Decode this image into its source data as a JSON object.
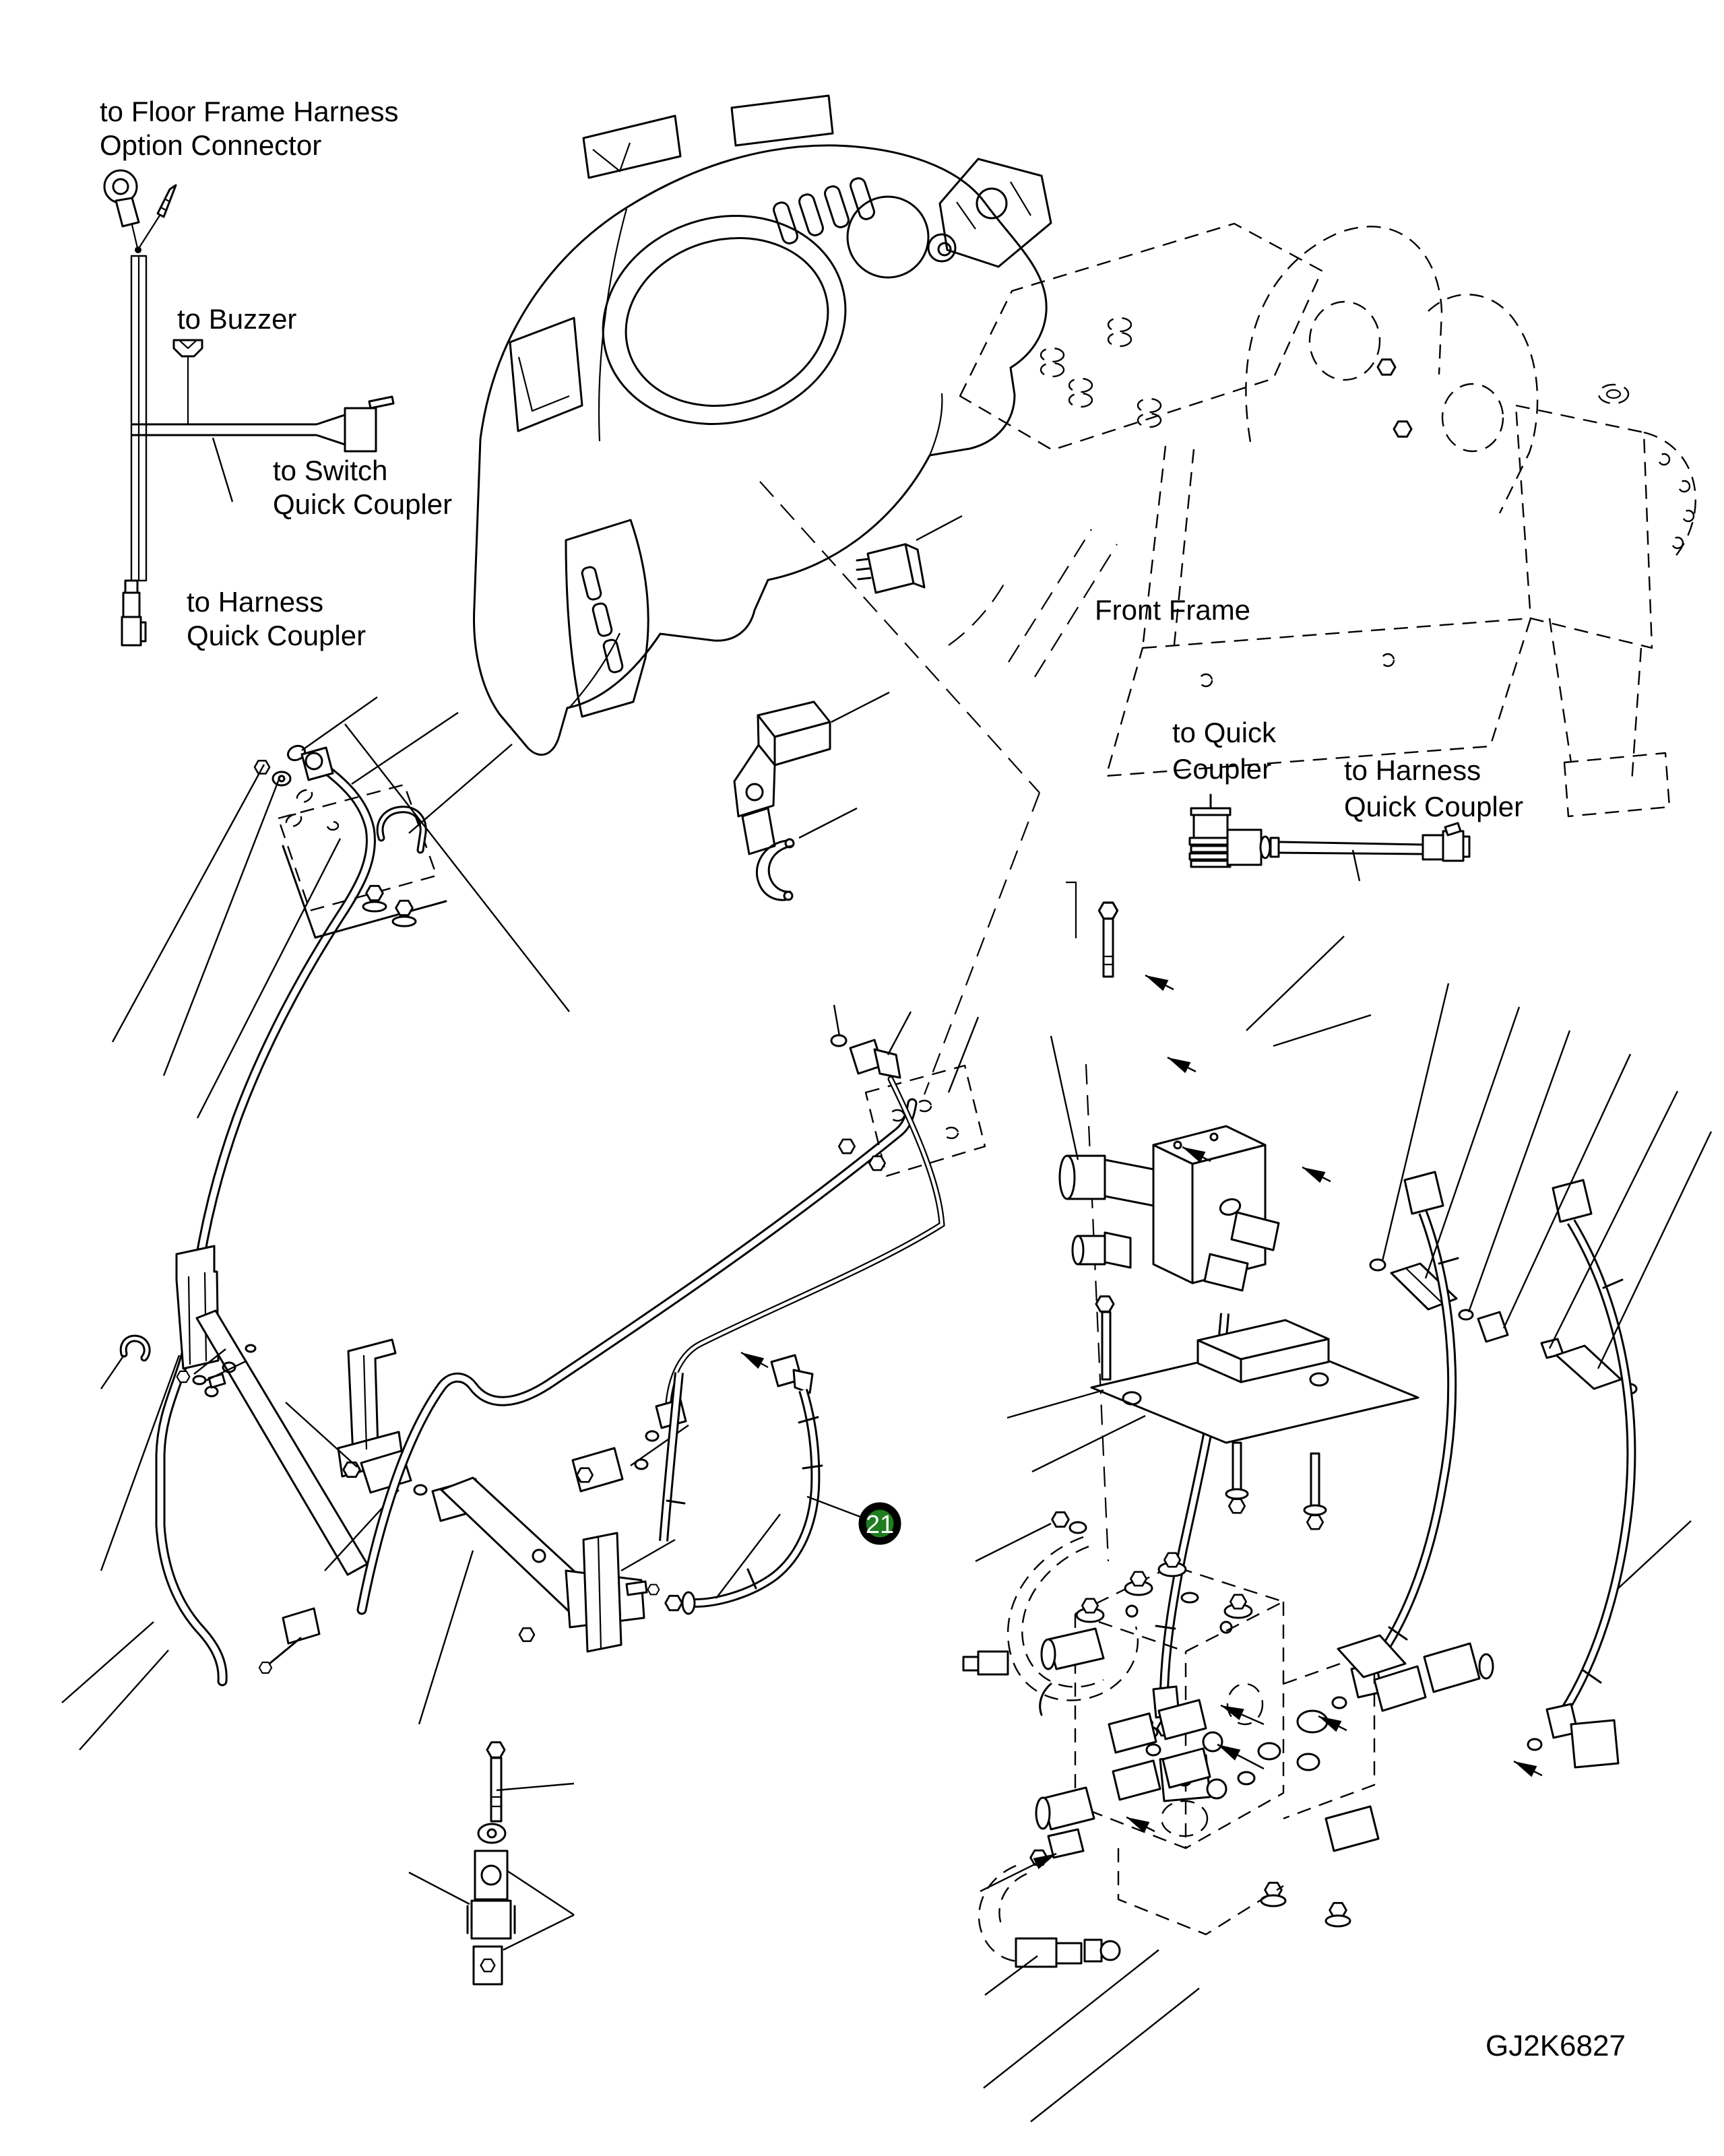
{
  "drawing": {
    "code": "GJ2K6827",
    "background": "#ffffff",
    "line_color": "#000000"
  },
  "labels": {
    "floor_frame": {
      "line1": "to Floor Frame Harness",
      "line2": "Option Connector"
    },
    "buzzer": {
      "text": "to Buzzer"
    },
    "switch_coupler": {
      "line1": "to Switch",
      "line2": "Quick Coupler"
    },
    "harness_coupler_cab": {
      "line1": "to Harness",
      "line2": "Quick Coupler"
    },
    "front_frame": {
      "text": "Front Frame"
    },
    "quick_coupler": {
      "line1": "to Quick",
      "line2": "Coupler"
    },
    "harness_coupler_frame": {
      "line1": "to Harness",
      "line2": "Quick Coupler"
    }
  },
  "callout": {
    "part_number": "21",
    "badge_fill": "#1e7d1e",
    "badge_ring": "#000000",
    "badge_text_color": "#ffffff"
  }
}
